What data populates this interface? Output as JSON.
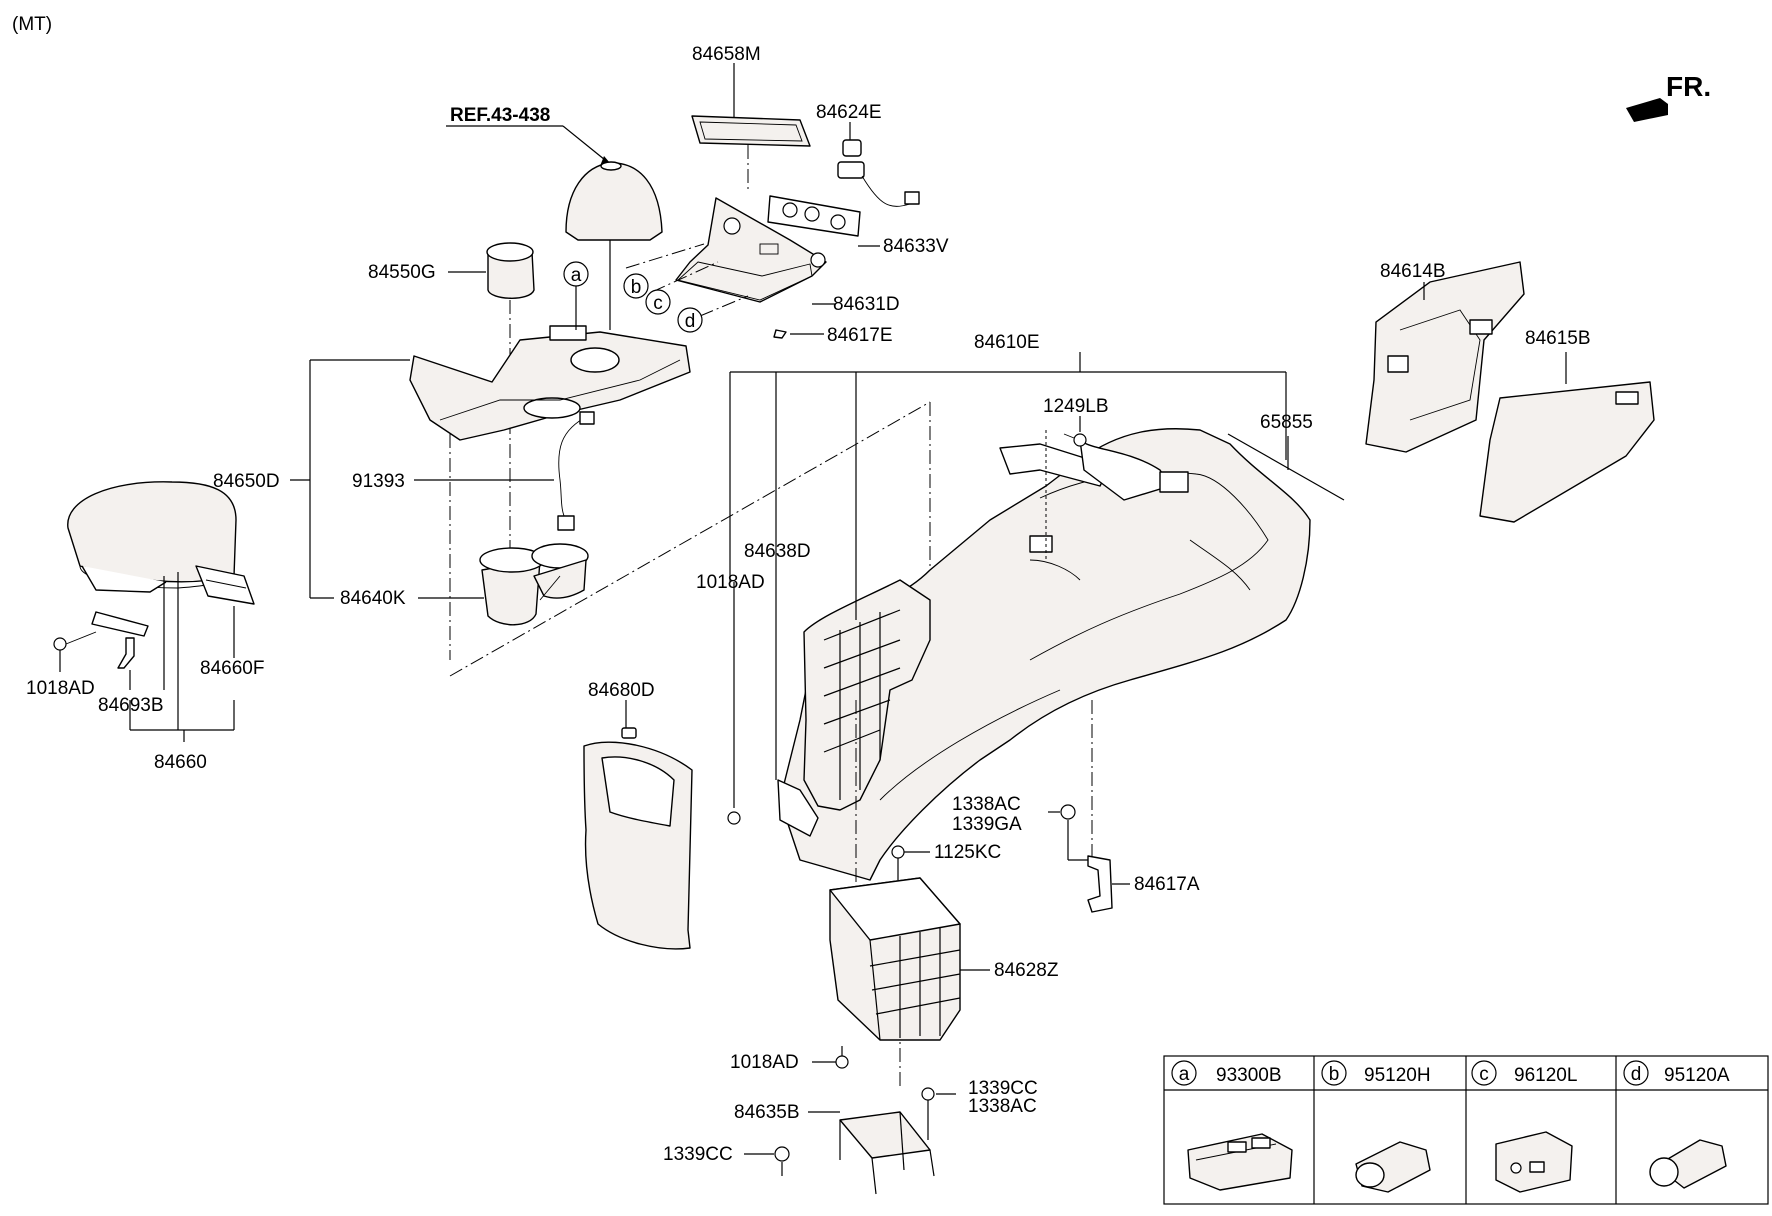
{
  "header": {
    "variant": "(MT)",
    "ref": "REF.43-438",
    "front": "FR."
  },
  "labels": {
    "p84658M": "84658M",
    "p84624E": "84624E",
    "p84633V": "84633V",
    "p84550G": "84550G",
    "p84631D": "84631D",
    "p84617E": "84617E",
    "p84610E": "84610E",
    "p84614B": "84614B",
    "p84615B": "84615B",
    "p1249LB": "1249LB",
    "p65855": "65855",
    "p84650D": "84650D",
    "p91393": "91393",
    "p84638D": "84638D",
    "p1018AD_a": "1018AD",
    "p84640K": "84640K",
    "p84660F": "84660F",
    "p1018AD_b": "1018AD",
    "p84693B": "84693B",
    "p84660": "84660",
    "p84680D": "84680D",
    "p1338AC_a": "1338AC",
    "p1339GA": "1339GA",
    "p1125KC": "1125KC",
    "p84617A": "84617A",
    "p84628Z": "84628Z",
    "p1018AD_c": "1018AD",
    "p1339CC_a": "1339CC",
    "p1338AC_b": "1338AC",
    "p84635B": "84635B",
    "p1339CC_b": "1339CC"
  },
  "callouts": {
    "a": "a",
    "b": "b",
    "c": "c",
    "d": "d"
  },
  "legend": [
    {
      "letter": "a",
      "part": "93300B"
    },
    {
      "letter": "b",
      "part": "95120H"
    },
    {
      "letter": "c",
      "part": "96120L"
    },
    {
      "letter": "d",
      "part": "95120A"
    }
  ]
}
